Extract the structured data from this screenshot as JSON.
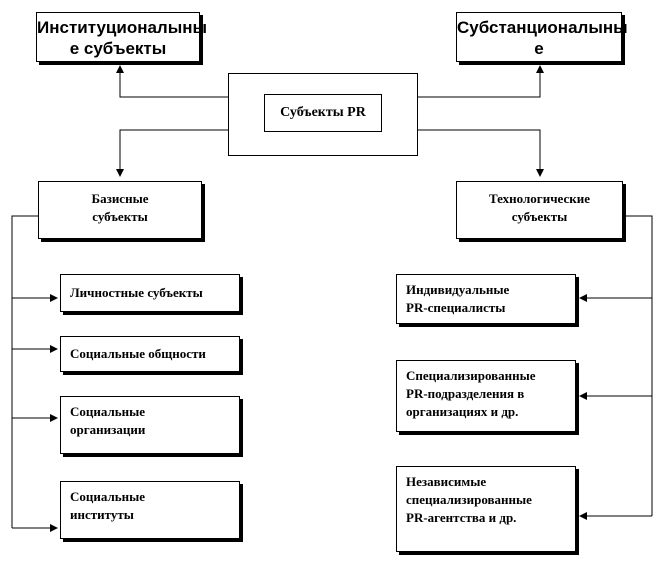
{
  "nodes": {
    "institutional": "Институционалыны\nе субъекты",
    "substantial": "Субстанционалыны\nе",
    "center": "Субъекты PR",
    "basic": "Базисные\nсубъекты",
    "technological": "Технологические\nсубъекты",
    "personal": "Личностные  субъекты",
    "communities": "Социальные общности",
    "organizations": "Социальные\nорганизации",
    "institutes": "Социальные\nинституты",
    "individual_pr": "Индивидуальные\nPR-специалисты",
    "specialized_divisions": "Специализированные\nPR-подразделения   в\nорганизациях  и др.",
    "independent_agencies": "Независимые\nспециализированные\nPR-агентства и др."
  }
}
